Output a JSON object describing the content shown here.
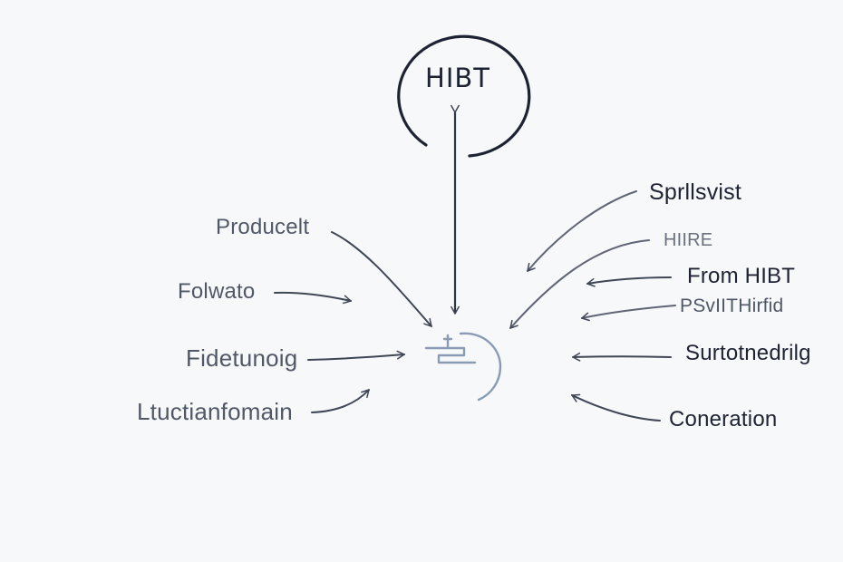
{
  "colors": {
    "background": "#f7f8f9",
    "ink_dark": "#1e2333",
    "ink_mid": "#505766",
    "ink_light": "#6b7180",
    "arrow": "#3f4655",
    "center_icon": "#8a9cb5"
  },
  "hub": {
    "title": "HIBT"
  },
  "left_labels": [
    {
      "text": "Producelt"
    },
    {
      "text": "Folwato"
    },
    {
      "text": "Fidetunoig"
    },
    {
      "text": "Ltuctianfomain"
    }
  ],
  "right_labels": [
    {
      "text": "Sprllsvist"
    },
    {
      "text": "HIIRE"
    },
    {
      "text": "From HIBT"
    },
    {
      "text": "PSvIITHirfid"
    },
    {
      "text": "Surtotnedrilg"
    },
    {
      "text": "Coneration"
    }
  ],
  "center_icon": {
    "icon": "link-icon"
  }
}
